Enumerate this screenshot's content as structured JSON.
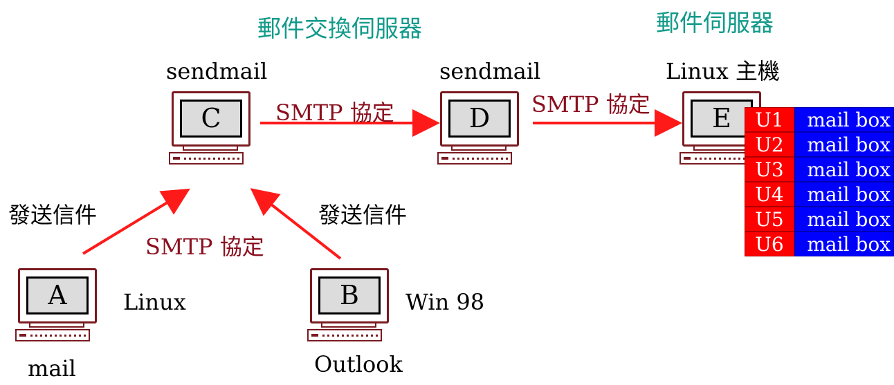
{
  "relay_server_title": "郵件交換伺服器",
  "mail_server_title": "郵件伺服器",
  "hosts": {
    "A": {
      "letter": "A",
      "os": "Linux",
      "client": "mail"
    },
    "B": {
      "letter": "B",
      "os": "Win 98",
      "client": "Outlook"
    },
    "C": {
      "letter": "C",
      "software": "sendmail"
    },
    "D": {
      "letter": "D",
      "software": "sendmail"
    },
    "E": {
      "letter": "E",
      "label": "Linux 主機"
    }
  },
  "protocol_label": "SMTP 協定",
  "send_label": "發送信件",
  "mailboxes": [
    {
      "user": "U1",
      "box": "mail box"
    },
    {
      "user": "U2",
      "box": "mail box"
    },
    {
      "user": "U3",
      "box": "mail box"
    },
    {
      "user": "U4",
      "box": "mail box"
    },
    {
      "user": "U5",
      "box": "mail box"
    },
    {
      "user": "U6",
      "box": "mail box"
    }
  ],
  "colors": {
    "arrow": "#ff1a1a",
    "title": "#129a8a",
    "protocol": "#8a0f1e",
    "user_cell": "#ff0000",
    "box_cell": "#0000ff"
  }
}
